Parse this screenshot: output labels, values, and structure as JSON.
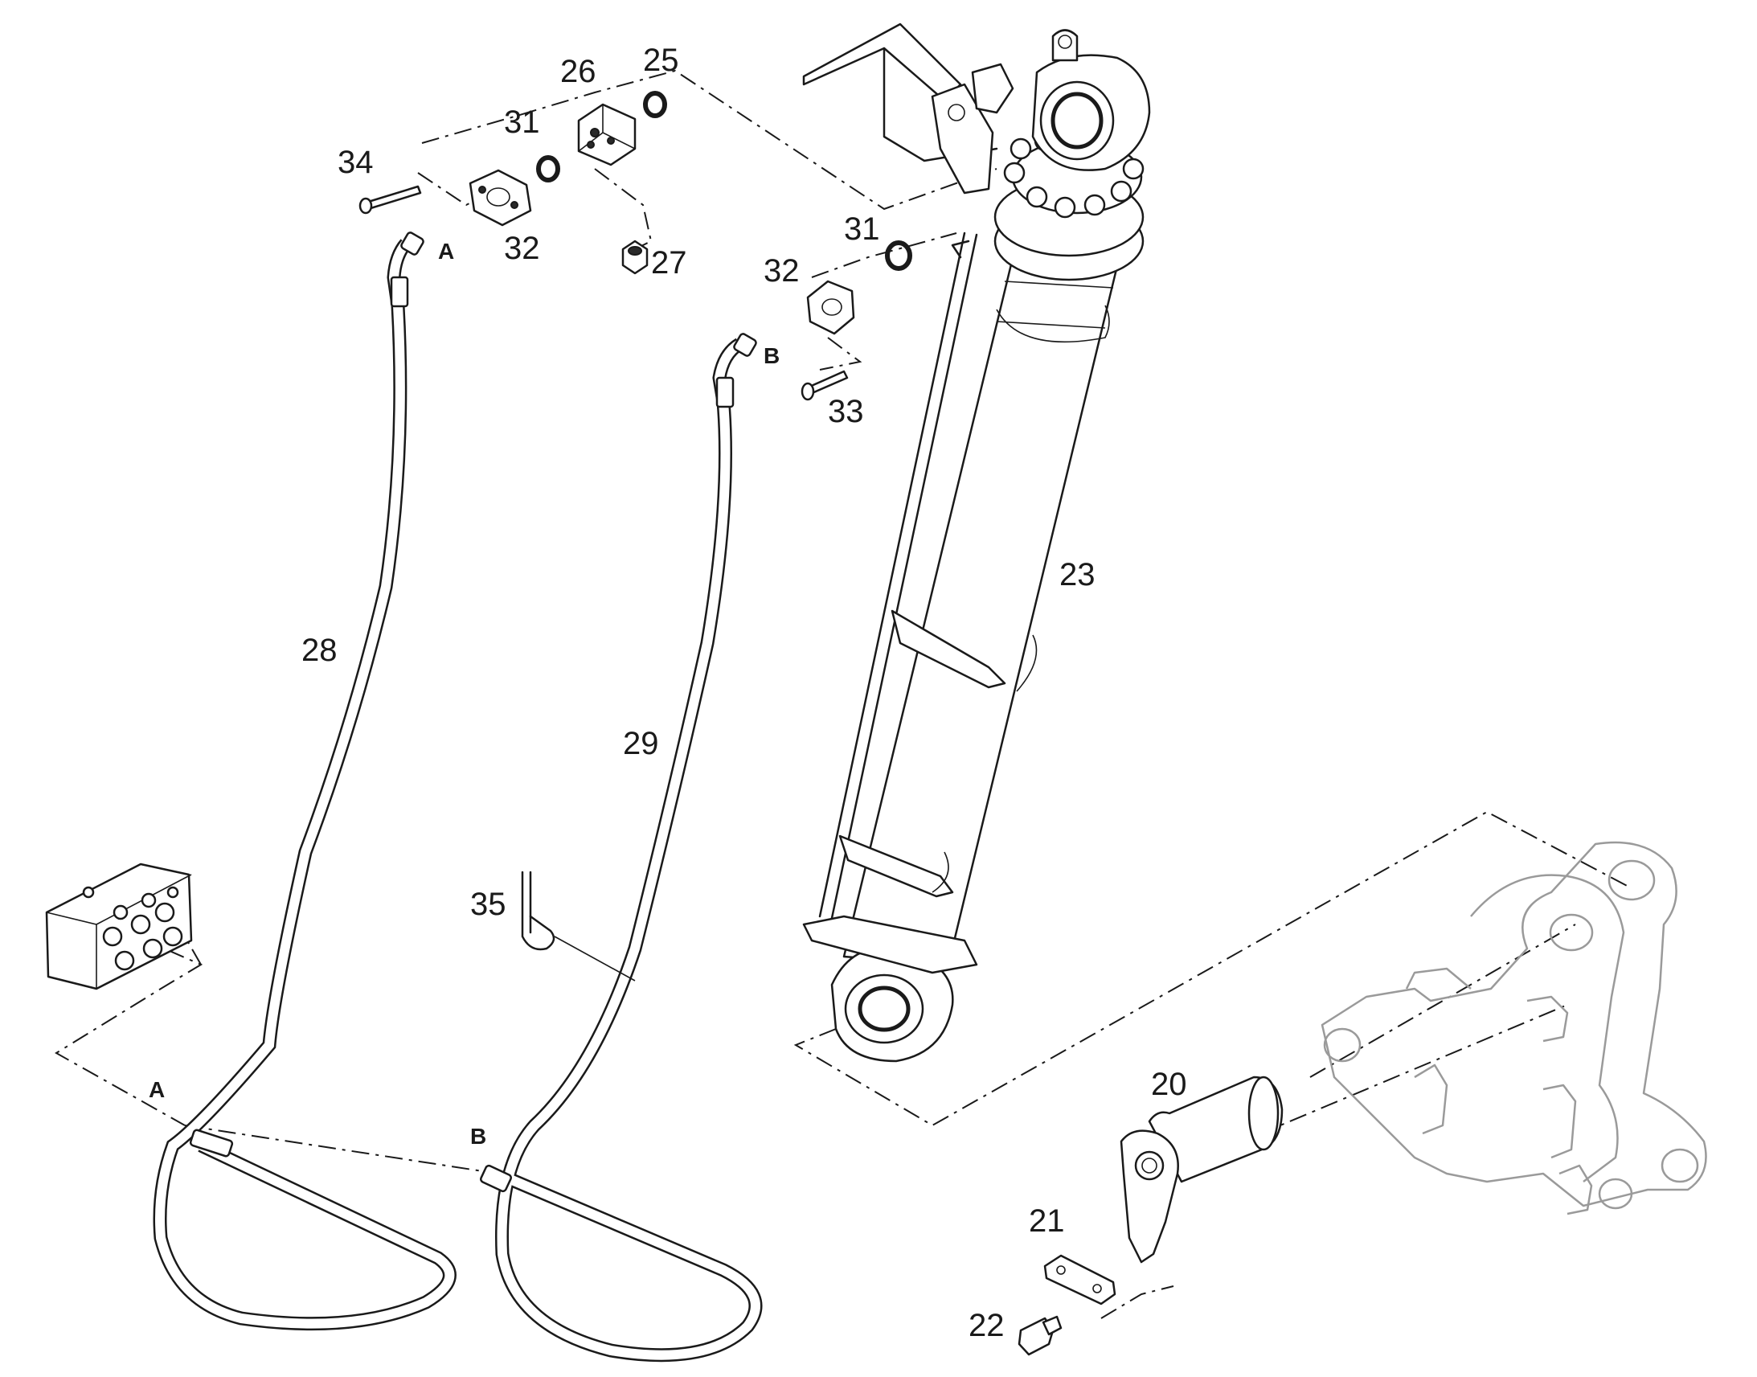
{
  "labels": {
    "p20": "20",
    "p21": "21",
    "p22": "22",
    "p23": "23",
    "p25": "25",
    "p26": "26",
    "p27": "27",
    "p28": "28",
    "p29": "29",
    "p31a": "31",
    "p31b": "31",
    "p32a": "32",
    "p32b": "32",
    "p33": "33",
    "p34": "34",
    "p35": "35"
  },
  "ports": {
    "a_top": "A",
    "b_top": "B",
    "a_bottom": "A",
    "b_bottom": "B"
  }
}
